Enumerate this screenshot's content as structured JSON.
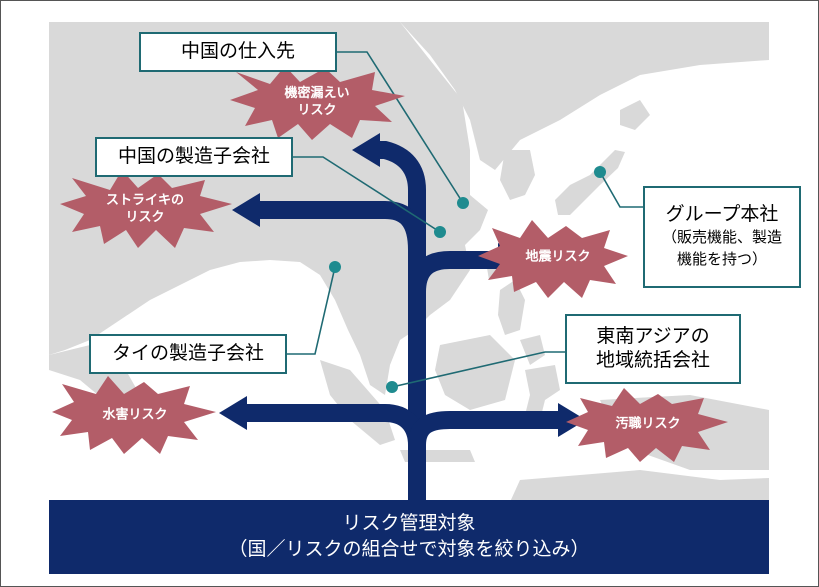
{
  "colors": {
    "map": "#d9d9d9",
    "sea": "#ffffff",
    "arrow": "#0f2a6b",
    "leader": "#1f6a73",
    "starburst": "#b35d68",
    "footer": "#0f2a6b"
  },
  "callouts": {
    "china_supplier": "中国の仕入先",
    "china_subsidiary": "中国の製造子会社",
    "thailand_subsidiary": "タイの製造子会社",
    "group_hq": {
      "line1": "グループ本社",
      "line2": "（販売機能、製造",
      "line3": "機能を持つ）"
    },
    "sea_hq": {
      "line1": "東南アジアの",
      "line2": "地域統括会社"
    }
  },
  "risks": {
    "leak": {
      "line1": "機密漏えい",
      "line2": "リスク"
    },
    "strike": {
      "line1": "ストライキの",
      "line2": "リスク"
    },
    "earthquake": {
      "line1": "地震リスク"
    },
    "flood": {
      "line1": "水害リスク"
    },
    "corruption": {
      "line1": "汚職リスク"
    }
  },
  "footer": {
    "line1": "リスク管理対象",
    "line2": "（国／リスクの組合せで対象を絞り込み）"
  }
}
